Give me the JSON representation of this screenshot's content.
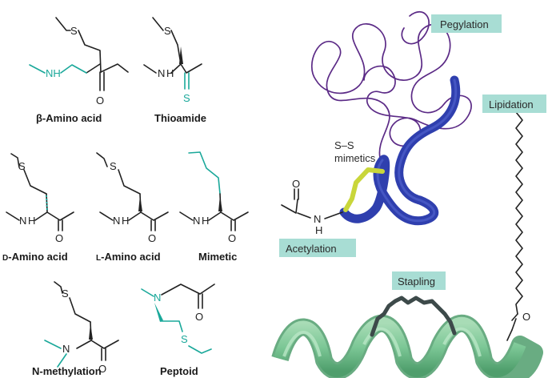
{
  "molecules": {
    "beta_amino_acid": {
      "caption": "β-Amino acid",
      "atoms": {
        "s": "S",
        "nh": "NH",
        "o": "O"
      }
    },
    "thioamide": {
      "caption": "Thioamide",
      "atoms": {
        "s_top": "S",
        "n": "N",
        "h": "H",
        "s_bottom": "S"
      }
    },
    "d_amino_acid": {
      "caption_prefix": "D",
      "caption_rest": "-Amino acid",
      "atoms": {
        "s": "S",
        "n": "N",
        "h": "H",
        "o": "O"
      }
    },
    "l_amino_acid": {
      "caption_prefix": "L",
      "caption_rest": "-Amino acid",
      "atoms": {
        "s": "S",
        "n": "N",
        "h": "H",
        "o": "O"
      }
    },
    "mimetic": {
      "caption": "Mimetic",
      "atoms": {
        "n": "N",
        "h": "H",
        "o": "O"
      }
    },
    "n_methylation": {
      "caption": "N-methylation",
      "atoms": {
        "s": "S",
        "n": "N",
        "o": "O"
      }
    },
    "peptoid": {
      "caption": "Peptoid",
      "atoms": {
        "n": "N",
        "o": "O",
        "s": "S"
      }
    }
  },
  "labels": {
    "pegylation": "Pegylation",
    "lipidation": "Lipidation",
    "ss_mimetics_line1": "S–S",
    "ss_mimetics_line2": "mimetics",
    "acetylation": "Acetylation",
    "stapling": "Stapling",
    "acetyl_n": "N",
    "acetyl_h": "H",
    "acetyl_o": "O",
    "lipid_o": "O"
  },
  "colors": {
    "teal": "#1aa89a",
    "tag_background": "#a8ddd4",
    "peg_purple": "#5b2a86",
    "peptide_blue": "#2f3fae",
    "disulfide_yellow": "#c9d63a",
    "helix_green": "#7fc99a",
    "staple_gray": "#3d4a4a"
  }
}
